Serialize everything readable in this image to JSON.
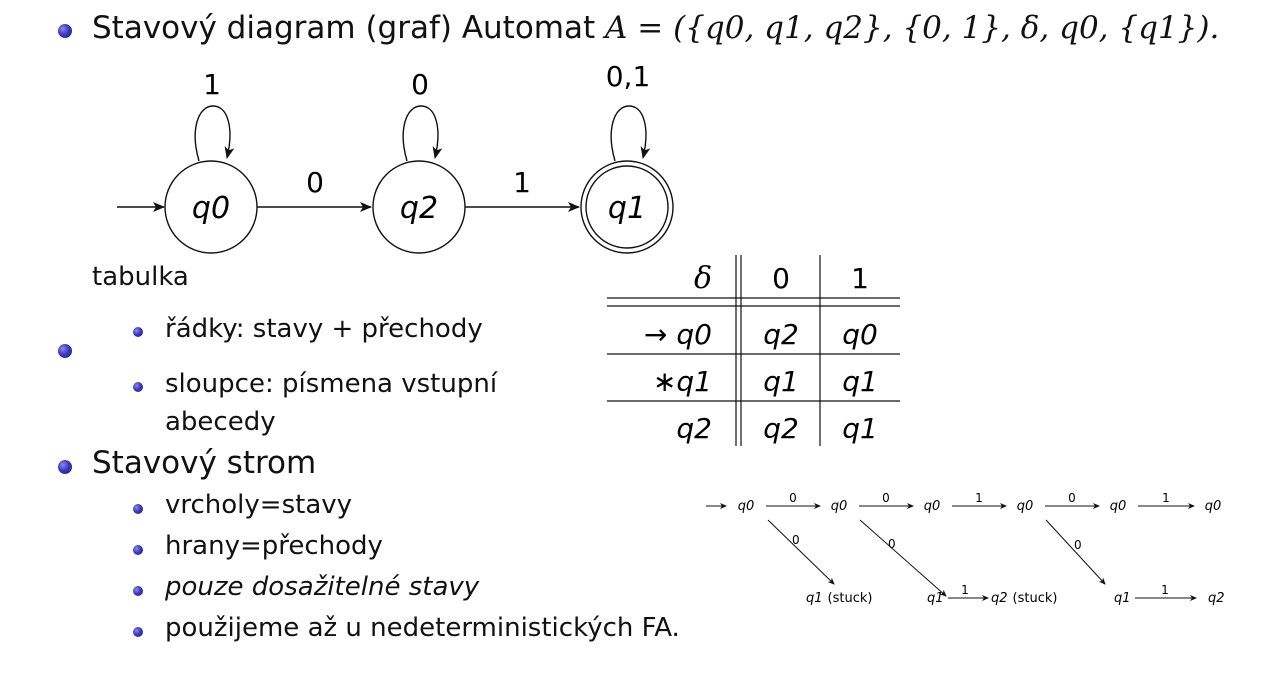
{
  "title_text": "Stavový diagram (graf) Automat ",
  "title_math": "A = ({q0, q1, q2}, {0, 1}, δ, q0, {q1}).",
  "states": {
    "q0": "q0",
    "q1": "q1",
    "q2": "q2"
  },
  "edges": {
    "loop_q0": "1",
    "loop_q2": "0",
    "loop_q1": "0,1",
    "q0_q2": "0",
    "q2_q1": "1"
  },
  "tabulka": {
    "heading": "tabulka",
    "items": [
      "řádky: stavy + přechody",
      "sloupce: písmena vstupní",
      "abecedy"
    ]
  },
  "table": {
    "header": [
      "δ",
      "0",
      "1"
    ],
    "rows": [
      {
        "state": "→ q0",
        "c0": "q2",
        "c1": "q0"
      },
      {
        "state": "∗q1",
        "c0": "q1",
        "c1": "q1"
      },
      {
        "state": "q2",
        "c0": "q2",
        "c1": "q1"
      }
    ]
  },
  "strom": {
    "heading": "Stavový strom",
    "items": [
      "vrcholy=stavy",
      "hrany=přechody",
      "pouze dosažitelné stavy",
      "použijeme až u nedeterministických FA."
    ]
  },
  "tree": {
    "top_nodes": [
      "q0",
      "q0",
      "q0",
      "q0",
      "q0",
      "q0"
    ],
    "top_edges": [
      "0",
      "0",
      "1",
      "0",
      "1"
    ],
    "diag_labels": [
      "0",
      "0",
      "0"
    ],
    "bottom": {
      "a": "q1",
      "a_note": "(stuck)",
      "b": "q1",
      "b_edge": "1",
      "c": "q2",
      "c_note": "(stuck)",
      "d": "q1",
      "d_edge": "1",
      "e": "q2"
    }
  }
}
